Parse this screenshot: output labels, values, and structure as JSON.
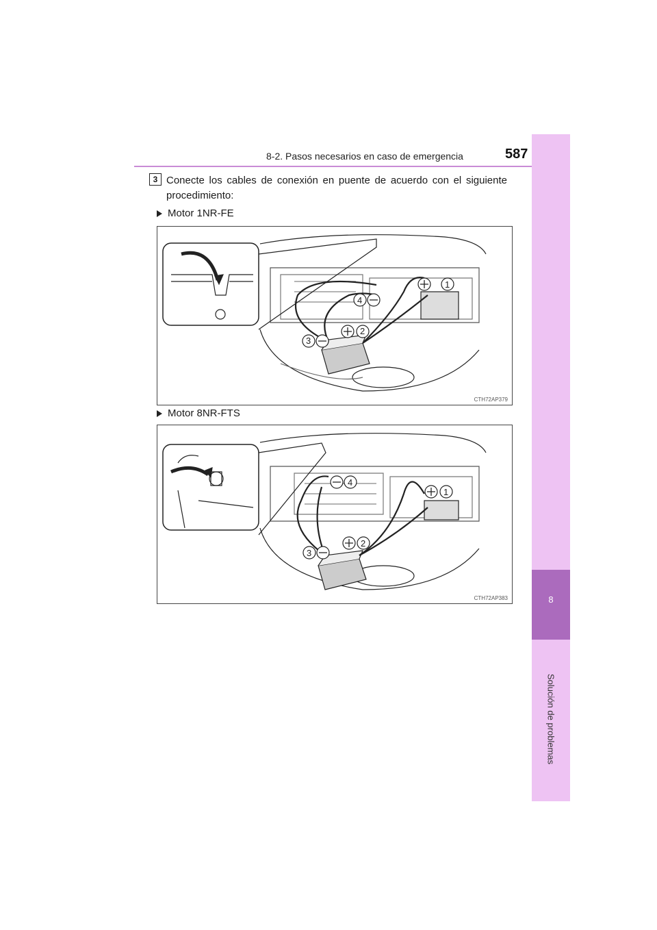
{
  "header": {
    "section_title": "8-2. Pasos necesarios en caso de emergencia",
    "page_number": "587"
  },
  "side_tab": {
    "chapter_number": "8",
    "chapter_title": "Solución de problemas"
  },
  "step": {
    "number": "3",
    "text": "Conecte los cables de conexión en puente de acuerdo con el siguiente procedimiento:"
  },
  "figures": [
    {
      "label": "Motor 1NR-FE",
      "code": "CTH72AP379",
      "callouts": [
        "1",
        "2",
        "3",
        "4"
      ]
    },
    {
      "label": "Motor 8NR-FTS",
      "code": "CTH72AP383",
      "callouts": [
        "1",
        "2",
        "3",
        "4"
      ]
    }
  ],
  "colors": {
    "accent": "#c98bd6",
    "tab_light": "#eec3f3",
    "tab_dark": "#ab6bbd"
  }
}
